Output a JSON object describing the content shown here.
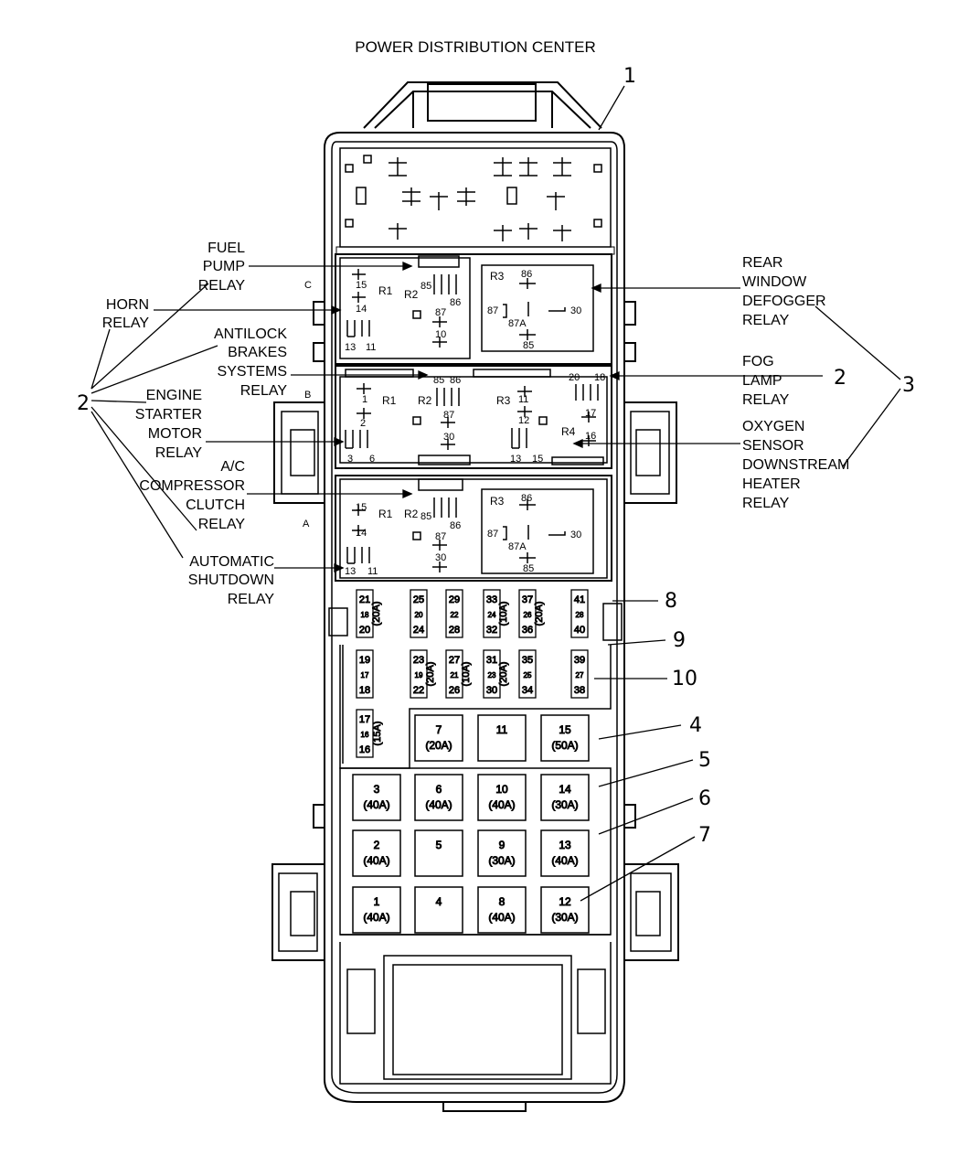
{
  "title": "POWER DISTRIBUTION CENTER",
  "callouts": {
    "fuel_pump": [
      "FUEL",
      "PUMP",
      "RELAY"
    ],
    "horn": [
      "HORN",
      "RELAY"
    ],
    "antilock": [
      "ANTILOCK",
      "BRAKES",
      "SYSTEMS",
      "RELAY"
    ],
    "engine_starter": [
      "ENGINE",
      "STARTER",
      "MOTOR",
      "RELAY"
    ],
    "ac_clutch": [
      "A/C",
      "COMPRESSOR",
      "CLUTCH",
      "RELAY"
    ],
    "asd": [
      "AUTOMATIC",
      "SHUTDOWN",
      "RELAY"
    ],
    "rear_defog": [
      "REAR",
      "WINDOW",
      "DEFOGGER",
      "RELAY"
    ],
    "fog_lamp": [
      "FOG",
      "LAMP",
      "RELAY"
    ],
    "oxygen": [
      "OXYGEN",
      "SENSOR",
      "DOWNSTREAM",
      "HEATER",
      "RELAY"
    ]
  },
  "refs": {
    "r1": "1",
    "r2_left": "2",
    "r2_right": "2",
    "r3": "3",
    "r4": "4",
    "r5": "5",
    "r6": "6",
    "r7": "7",
    "r8": "8",
    "r9": "9",
    "r10": "10"
  },
  "banks": {
    "c": "C",
    "b": "B",
    "a": "A"
  },
  "relay_c": {
    "r1": "R1",
    "r2": "R2",
    "r3": "R3",
    "pins_left": [
      "15",
      "14",
      "13",
      "11"
    ],
    "pins_mid": [
      "85",
      "86",
      "87",
      "10"
    ],
    "pins_right": [
      "86",
      "87",
      "87A",
      "30",
      "85"
    ]
  },
  "relay_b": {
    "r1": "R1",
    "r2": "R2",
    "r3": "R3",
    "r4": "R4",
    "pins_left": [
      "1",
      "2",
      "3",
      "6"
    ],
    "pins_mid": [
      "85",
      "86",
      "87",
      "30"
    ],
    "pins_r3": [
      "11",
      "12",
      "13",
      "15"
    ],
    "pins_r4": [
      "20",
      "18",
      "17",
      "16"
    ]
  },
  "relay_a": {
    "r1": "R1",
    "r2": "R2",
    "r3": "R3",
    "pins_left": [
      "15",
      "14",
      "13",
      "11"
    ],
    "pins_mid": [
      "85",
      "86",
      "87",
      "30"
    ],
    "pins_right": [
      "86",
      "87",
      "87A",
      "30",
      "85"
    ]
  },
  "mini_fuses_row1": [
    {
      "top": "21",
      "mid": "18",
      "bot": "20",
      "amp": "(20A)"
    },
    {
      "top": "25",
      "mid": "20",
      "bot": "24",
      "amp": ""
    },
    {
      "top": "29",
      "mid": "22",
      "bot": "28",
      "amp": ""
    },
    {
      "top": "33",
      "mid": "24",
      "bot": "32",
      "amp": "(10A)"
    },
    {
      "top": "37",
      "mid": "26",
      "bot": "36",
      "amp": "(20A)"
    },
    {
      "top": "41",
      "mid": "28",
      "bot": "40",
      "amp": ""
    }
  ],
  "mini_fuses_row2": [
    {
      "top": "19",
      "mid": "17",
      "bot": "18",
      "amp": ""
    },
    {
      "top": "23",
      "mid": "19",
      "bot": "22",
      "amp": "(20A)"
    },
    {
      "top": "27",
      "mid": "21",
      "bot": "26",
      "amp": "(10A)"
    },
    {
      "top": "31",
      "mid": "23",
      "bot": "30",
      "amp": "(20A)"
    },
    {
      "top": "35",
      "mid": "25",
      "bot": "34",
      "amp": ""
    },
    {
      "top": "39",
      "mid": "27",
      "bot": "38",
      "amp": ""
    }
  ],
  "mini_fuse_low": {
    "top": "17",
    "mid": "16",
    "bot": "16",
    "amp": "(15A)"
  },
  "maxi_fuses": [
    {
      "num": "7",
      "amp": "(20A)"
    },
    {
      "num": "11",
      "amp": ""
    },
    {
      "num": "15",
      "amp": "(50A)"
    },
    {
      "num": "3",
      "amp": "(40A)"
    },
    {
      "num": "6",
      "amp": "(40A)"
    },
    {
      "num": "10",
      "amp": "(40A)"
    },
    {
      "num": "14",
      "amp": "(30A)"
    },
    {
      "num": "2",
      "amp": "(40A)"
    },
    {
      "num": "5",
      "amp": ""
    },
    {
      "num": "9",
      "amp": "(30A)"
    },
    {
      "num": "13",
      "amp": "(40A)"
    },
    {
      "num": "1",
      "amp": "(40A)"
    },
    {
      "num": "4",
      "amp": ""
    },
    {
      "num": "8",
      "amp": "(40A)"
    },
    {
      "num": "12",
      "amp": "(30A)"
    }
  ]
}
